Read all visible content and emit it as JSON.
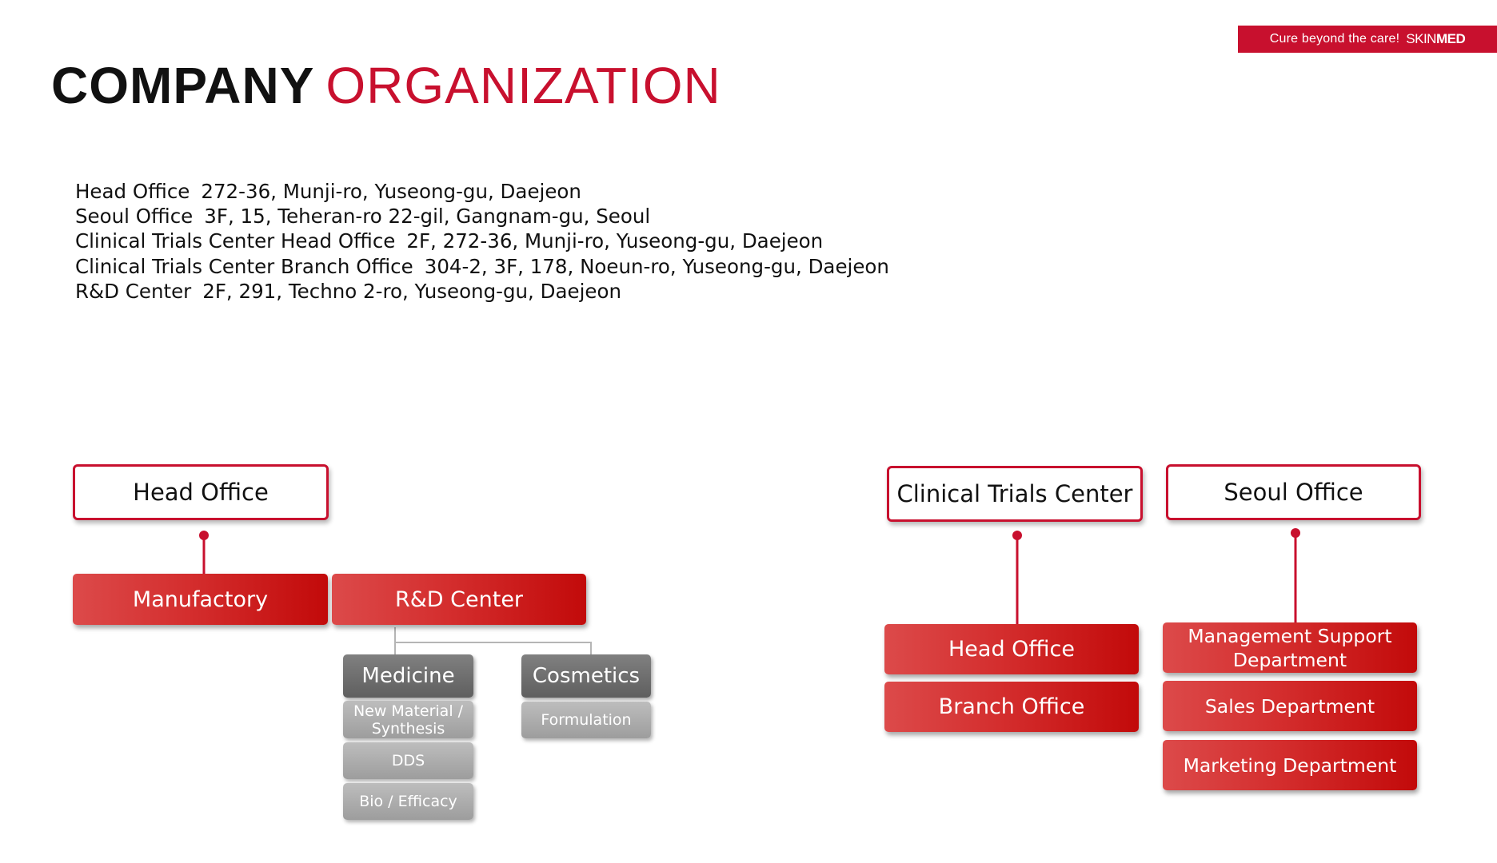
{
  "brand": {
    "tagline": "Cure beyond the care!",
    "logo_part1": "SKIN",
    "logo_part2": "MED"
  },
  "title": {
    "bold": "COMPANY",
    "light": "ORGANIZATION"
  },
  "addresses": [
    {
      "label": "Head Office",
      "address": "272-36, Munji-ro, Yuseong-gu, Daejeon"
    },
    {
      "label": "Seoul Office",
      "address": "3F, 15, Teheran-ro 22-gil, Gangnam-gu, Seoul"
    },
    {
      "label": "Clinical Trials Center Head Office",
      "address": "2F, 272-36, Munji-ro, Yuseong-gu, Daejeon"
    },
    {
      "label": "Clinical Trials Center Branch Office",
      "address": "304-2, 3F, 178, Noeun-ro, Yuseong-gu, Daejeon"
    },
    {
      "label": "R&D Center",
      "address": "2F, 291, Techno 2-ro, Yuseong-gu, Daejeon"
    }
  ],
  "org": {
    "head_office": {
      "title": "Head Office",
      "units": [
        "Manufactory",
        "R&D Center"
      ],
      "rd_groups": [
        {
          "name": "Medicine",
          "items": [
            "New Material / Synthesis",
            "DDS",
            "Bio / Efficacy"
          ]
        },
        {
          "name": "Cosmetics",
          "items": [
            "Formulation"
          ]
        }
      ]
    },
    "clinical": {
      "title": "Clinical Trials Center",
      "units": [
        "Head Office",
        "Branch Office"
      ]
    },
    "seoul": {
      "title": "Seoul Office",
      "units": [
        "Management Support Department",
        "Sales Department",
        "Marketing Department"
      ]
    }
  },
  "colors": {
    "brand_red": "#c8102e",
    "dark_gray": "#666666",
    "light_gray": "#aaaaaa"
  }
}
